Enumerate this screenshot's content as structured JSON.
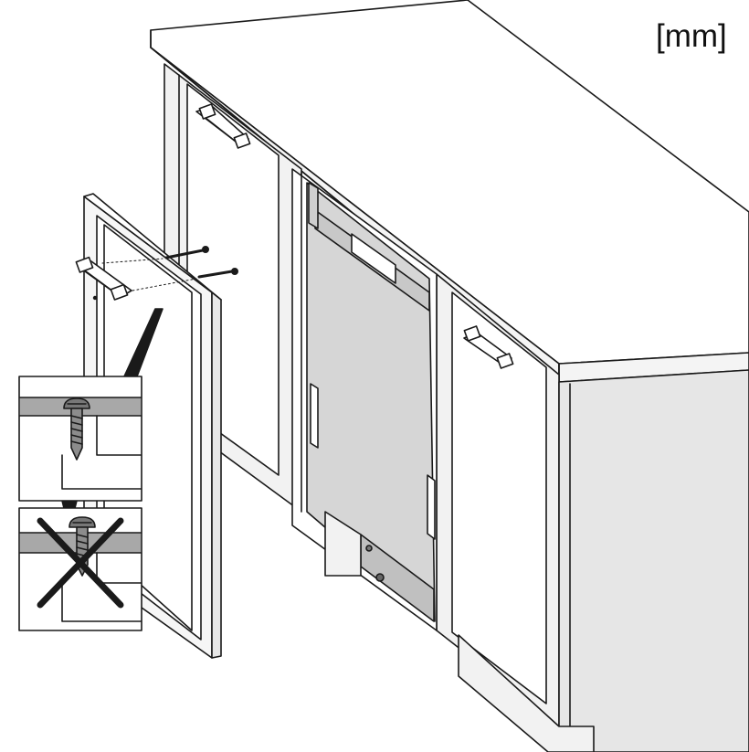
{
  "unit_label": "[mm]",
  "colors": {
    "line": "#1a1a1a",
    "panel_white": "#ffffff",
    "cabinet_face": "#f2f2f2",
    "side_shade": "#e6e6e6",
    "appliance_grey": "#d6d6d6",
    "inset_band": "#a8a8a8",
    "screw_dark": "#555555"
  },
  "icons": [
    "screw-icon",
    "cross-out-icon"
  ],
  "insets": [
    {
      "name": "correct-mounting-inset",
      "state": "correct"
    },
    {
      "name": "incorrect-mounting-inset",
      "state": "incorrect"
    }
  ]
}
